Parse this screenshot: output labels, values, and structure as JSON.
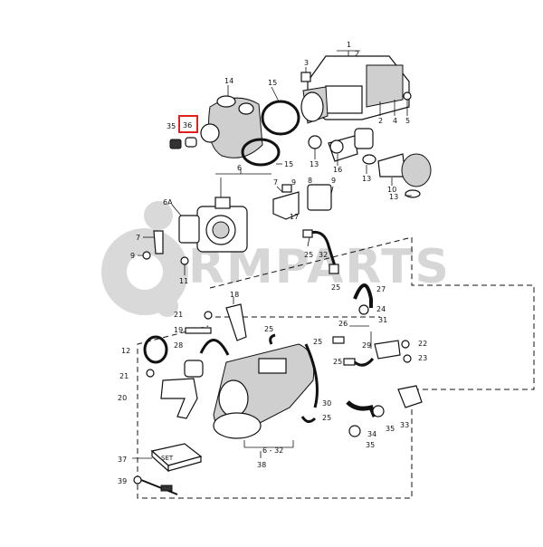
{
  "watermark": {
    "text": "RMPARTS"
  },
  "highlight_color": "#e0201c",
  "labels": {
    "l1": "1",
    "l2": "2",
    "l3": "3",
    "l4": "4",
    "l5": "5",
    "l6": "6",
    "l6a": "6A",
    "l7": "7",
    "l8": "8",
    "l9": "9",
    "l10": "10",
    "l11": "11",
    "l12": "12",
    "l13a": "13",
    "l13b": "13",
    "l13c": "13",
    "l14": "14",
    "l15a": "15",
    "l15b": "15",
    "l16": "16",
    "l17": "17",
    "l18": "18",
    "l19": "19",
    "l20": "20",
    "l21a": "21",
    "l21b": "21",
    "l22": "22",
    "l23": "23",
    "l24": "24",
    "l25a": "25",
    "l25b": "25",
    "l25c": "25",
    "l25d": "25",
    "l25e": "25",
    "l26": "26",
    "l27": "27",
    "l28": "28",
    "l29": "29",
    "l30": "30",
    "l31": "31",
    "l32": "32",
    "l33": "33",
    "l34": "34",
    "l35a": "35",
    "l35b": "35",
    "l35c": "35",
    "l36": "36",
    "l37": "37",
    "l38": "38",
    "l39": "39",
    "l6_32": "6 - 32"
  },
  "set_box_text": "SET"
}
